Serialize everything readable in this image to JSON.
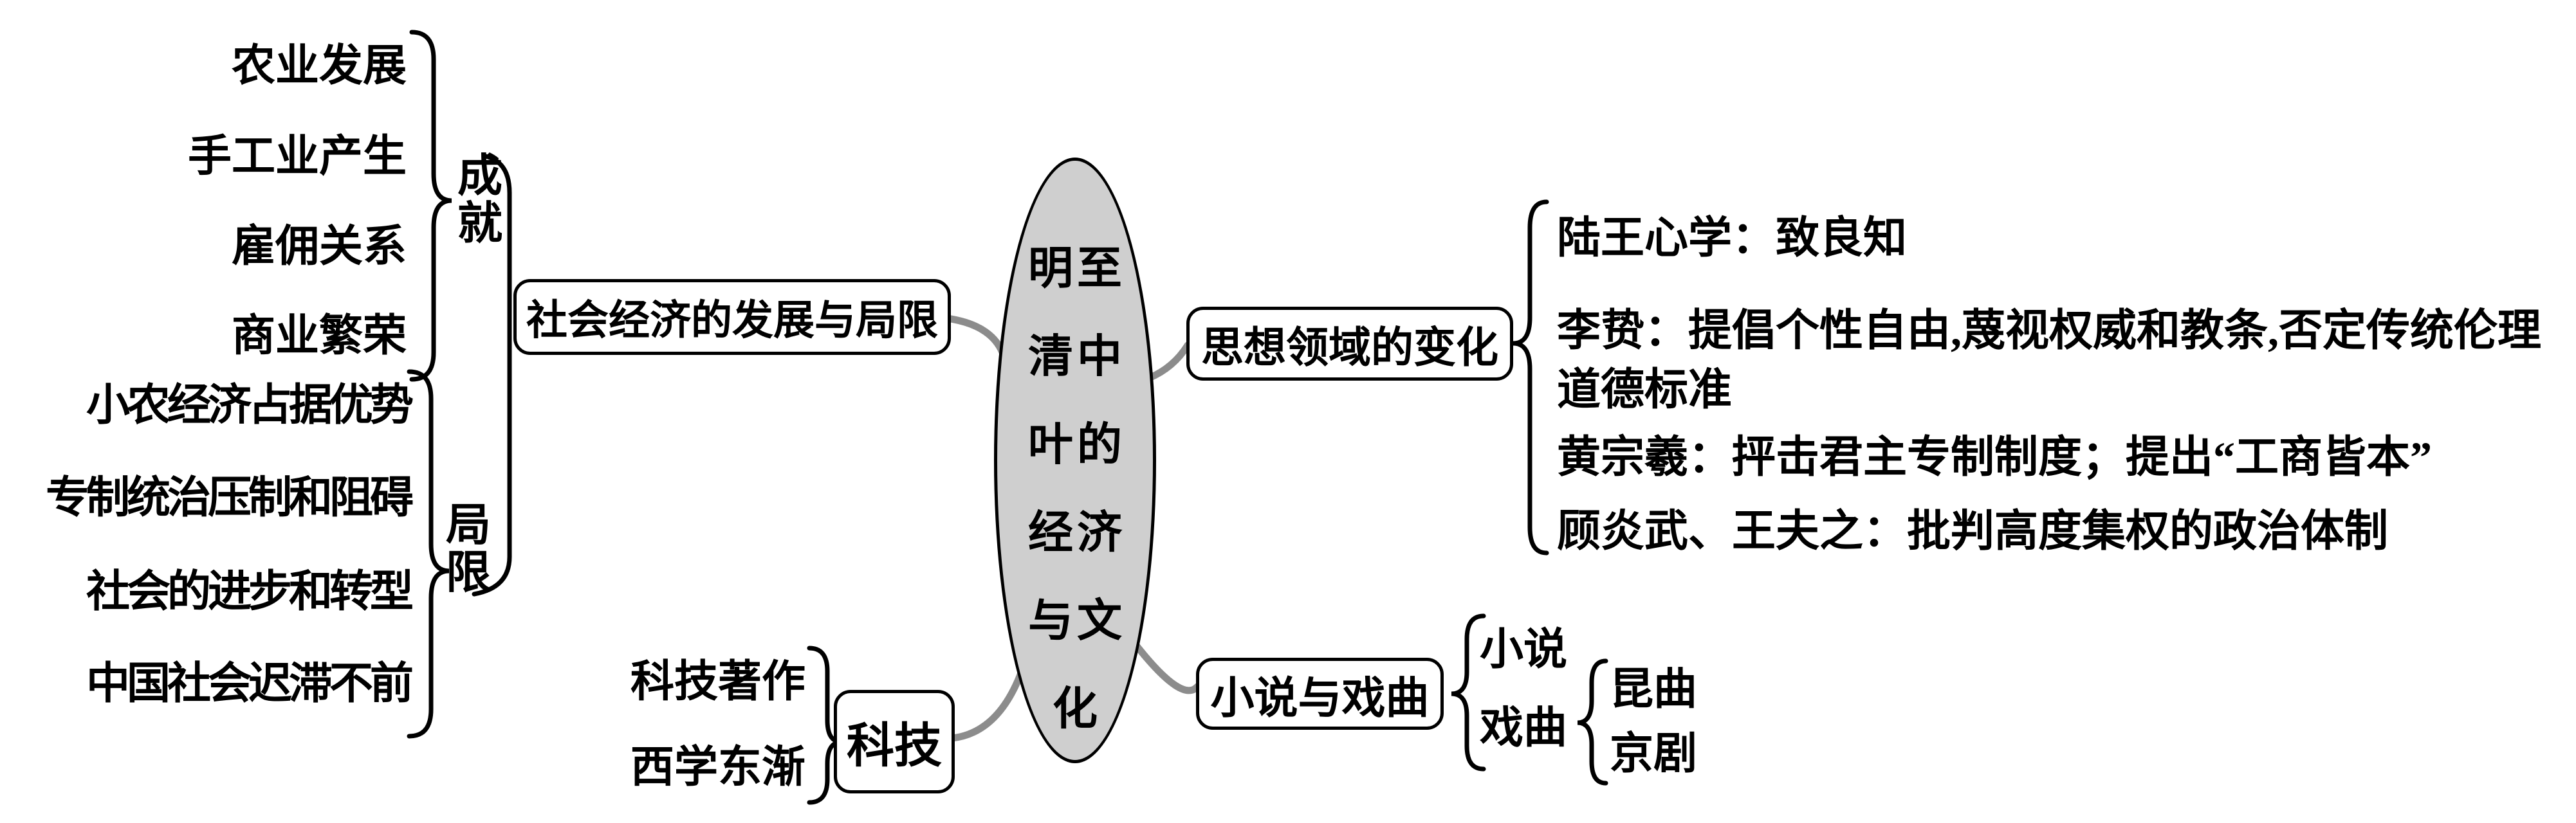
{
  "diagram_title": "明至清中叶的经济与文化",
  "center": {
    "rows": [
      "明至",
      "清中",
      "叶的",
      "经济",
      "与文",
      "化"
    ]
  },
  "economy": {
    "box_label": "社会经济的发展与局限",
    "achievements": {
      "label": "成就",
      "items": [
        "农业发展",
        "手工业产生",
        "雇佣关系",
        "商业繁荣"
      ]
    },
    "limitations": {
      "label": "局限",
      "items": [
        "小农经济占据优势",
        "专制统治压制和阻碍",
        "社会的进步和转型",
        "中国社会迟滞不前"
      ]
    }
  },
  "thought": {
    "box_label": "思想领域的变化",
    "lines": [
      "陆王心学：致良知",
      "李贽：提倡个性自由,蔑视权威和教条,否定传统伦理",
      "道德标准",
      "黄宗羲：抨击君主专制制度；提出“工商皆本”",
      "顾炎武、王夫之：批判高度集权的政治体制"
    ]
  },
  "technology": {
    "box_label": "科技",
    "items": [
      "科技著作",
      "西学东渐"
    ]
  },
  "fiction_opera": {
    "box_label": "小说与戏曲",
    "items": [
      "小说",
      "戏曲"
    ],
    "opera_types": [
      "昆曲",
      "京剧"
    ]
  },
  "colors": {
    "ellipse_fill": "#cfcfcf",
    "outline": "#000000",
    "connector": "#8c8c8c"
  }
}
